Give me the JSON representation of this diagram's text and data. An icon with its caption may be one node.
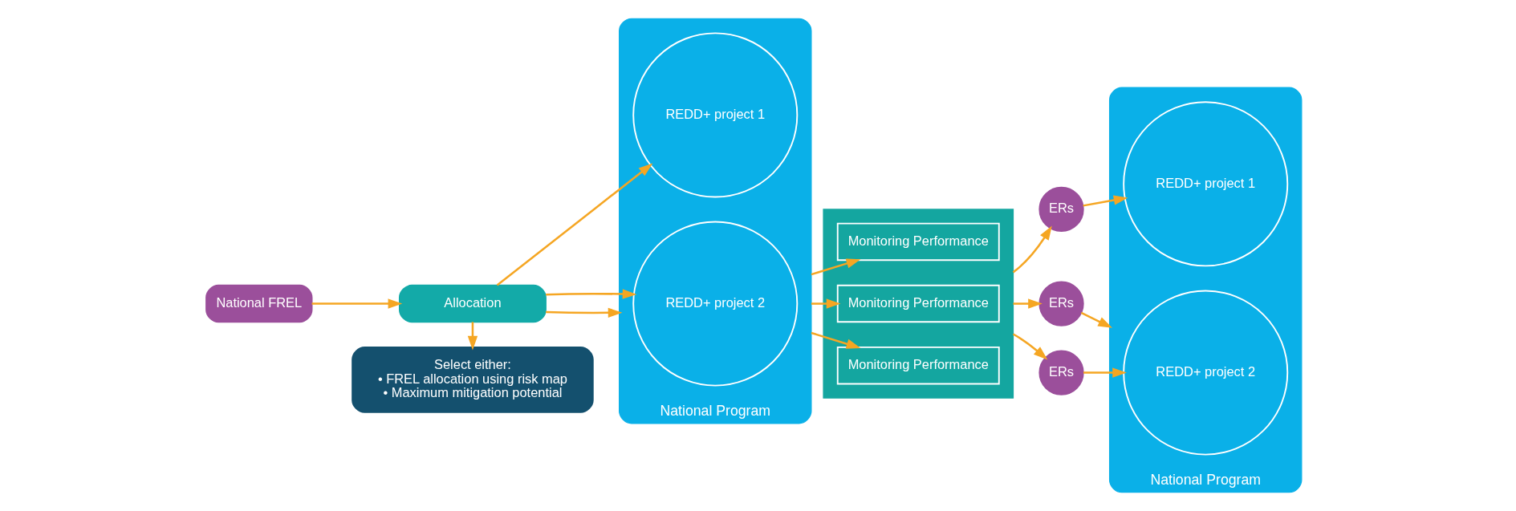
{
  "diagram": {
    "nodes": [
      {
        "text": [
          "National FREL"
        ]
      },
      {
        "text": [
          "Allocation"
        ]
      },
      {
        "text": [
          "Select either:",
          "• FREL allocation using risk map",
          "• Maximum mitigation potential"
        ]
      },
      {
        "text": [
          "National Program"
        ]
      },
      {
        "text": [
          "REDD+ project 1"
        ],
        "in": 3
      },
      {
        "text": [
          "REDD+ project 2"
        ],
        "in": 3
      },
      {
        "text": [],
        "shape": "box"
      },
      {
        "text": [
          "Monitoring Performance"
        ],
        "in": 6
      },
      {
        "text": [
          "Monitoring Performance"
        ],
        "in": 6
      },
      {
        "text": [
          "Monitoring Performance"
        ],
        "in": 6
      },
      {
        "text": [
          "ERs"
        ]
      },
      {
        "text": [
          "ERs"
        ]
      },
      {
        "text": [
          "ERs"
        ]
      },
      {
        "text": [
          "National Program"
        ]
      },
      {
        "text": [
          "REDD+ project 1"
        ],
        "in": 13
      },
      {
        "text": [
          "REDD+ project 2"
        ],
        "in": 13
      }
    ],
    "edges": [
      {
        "from": 0,
        "to": 1,
        "arrow": "to"
      },
      {
        "from": 1,
        "to": 2,
        "arrow": "to"
      },
      {
        "from": 1,
        "to": 4,
        "arrow": "to"
      },
      {
        "from": 1,
        "to": 3,
        "arrow": "to"
      },
      {
        "from": 1,
        "to": 5,
        "arrow": "to"
      },
      {
        "from": 3,
        "to": 7,
        "arrow": "to"
      },
      {
        "from": 3,
        "to": 8,
        "arrow": "to"
      },
      {
        "from": 3,
        "to": 9,
        "arrow": "to"
      },
      {
        "from": 6,
        "to": 10,
        "arrow": "to"
      },
      {
        "from": 6,
        "to": 11,
        "arrow": "to"
      },
      {
        "from": 6,
        "to": 12,
        "arrow": "to"
      },
      {
        "from": 10,
        "to": 14,
        "arrow": "to"
      },
      {
        "from": 11,
        "to": 13,
        "arrow": "to"
      },
      {
        "from": 12,
        "to": 15,
        "arrow": "to"
      }
    ]
  }
}
